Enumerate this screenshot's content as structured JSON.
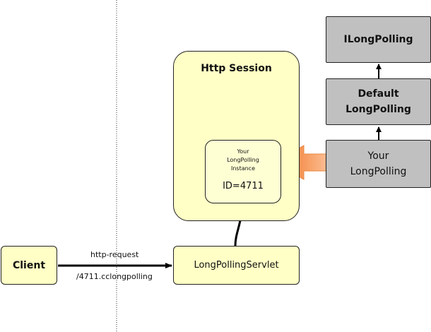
{
  "nodes": {
    "client": "Client",
    "servlet": "LongPollingServlet",
    "http_session": "Http Session",
    "instance_small_line1": "Your",
    "instance_small_line2": "LongPolling",
    "instance_small_line3": "Instance",
    "instance_id": "ID=4711",
    "ilongpolling": "ILongPolling",
    "default_line1": "Default",
    "default_line2": "LongPolling",
    "your_line1": "Your",
    "your_line2": "LongPolling"
  },
  "edges": {
    "request_label": "http-request",
    "url_label": "/4711.cclongpolling"
  },
  "colors": {
    "yellow_fill": "#ffffc6",
    "gray_fill": "#c0c0c0",
    "orange_arrow": "#f7893f"
  }
}
